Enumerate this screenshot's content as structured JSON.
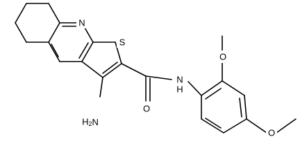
{
  "molecule": {
    "atoms": {
      "ring_nitrogen": "N",
      "thiophene_sulfur": "S",
      "amino_group": "H2N",
      "amide_nitrogen": "N",
      "amide_hydrogen": "H",
      "carbonyl_oxygen": "O",
      "methoxy_oxygen_ortho": "O",
      "methoxy_oxygen_para": "O"
    },
    "colors": {
      "bond": "#000000",
      "label": "#000000",
      "background": "#ffffff"
    }
  }
}
